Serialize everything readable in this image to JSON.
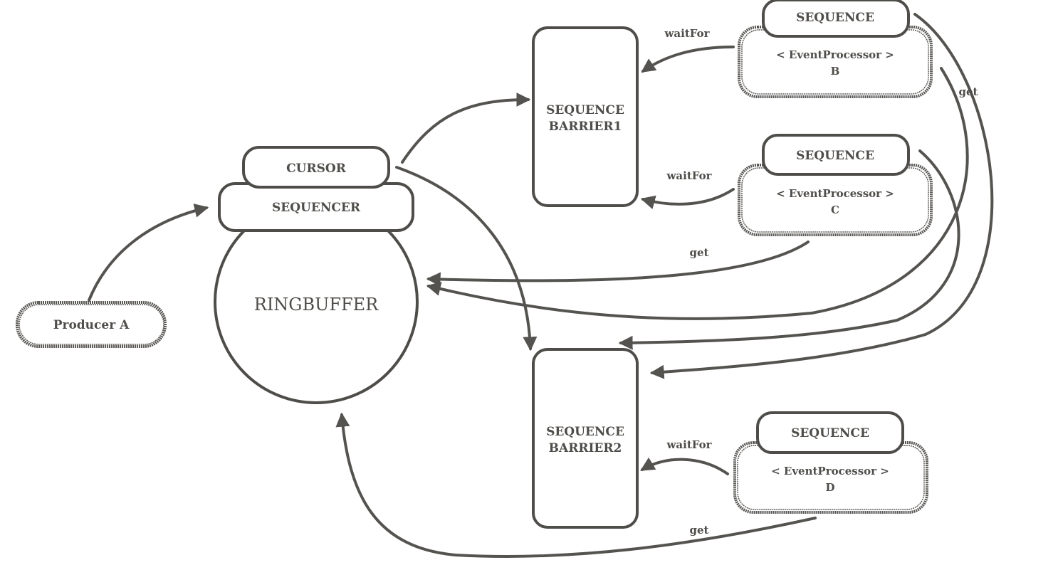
{
  "nodes": {
    "producer": "Producer A",
    "ringbuffer": "RINGBUFFER",
    "sequencer": "SEQUENCER",
    "cursor": "CURSOR",
    "barrier1": [
      "SEQUENCE",
      "BARRIER1"
    ],
    "barrier2": [
      "SEQUENCE",
      "BARRIER2"
    ],
    "processor_b": {
      "sequence": "SEQUENCE",
      "name": "< EventProcessor >",
      "id": "B"
    },
    "processor_c": {
      "sequence": "SEQUENCE",
      "name": "< EventProcessor >",
      "id": "C"
    },
    "processor_d": {
      "sequence": "SEQUENCE",
      "name": "< EventProcessor >",
      "id": "D"
    }
  },
  "edges": {
    "waitfor_b": "waitFor",
    "waitfor_c": "waitFor",
    "waitfor_d": "waitFor",
    "get_b": "get",
    "get_c": "get",
    "get_d": "get"
  },
  "colors": {
    "stroke": "#4f4d4a",
    "background": "#ffffff"
  }
}
